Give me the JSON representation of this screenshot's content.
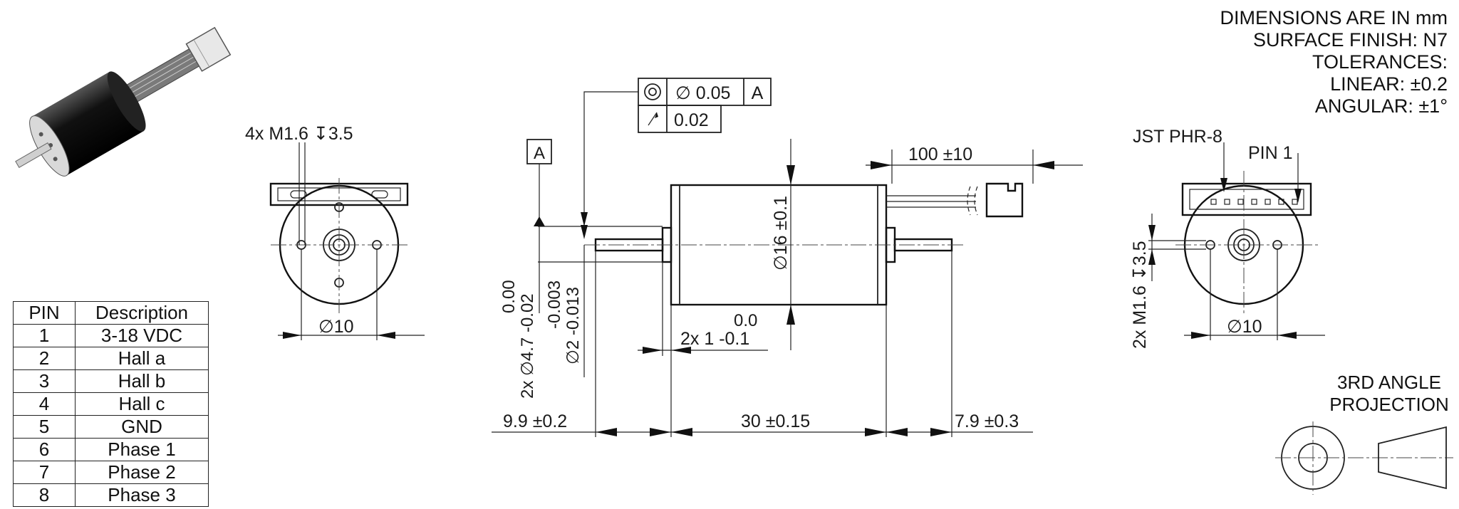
{
  "notes": {
    "units": "DIMENSIONS ARE IN mm",
    "surface_finish": "SURFACE FINISH: N7",
    "tolerances": "TOLERANCES:",
    "linear": "LINEAR: ±0.2",
    "angular": "ANGULAR: ±1°"
  },
  "pin_table": {
    "headers": [
      "PIN",
      "Description"
    ],
    "rows": [
      [
        "1",
        "3-18 VDC"
      ],
      [
        "2",
        "Hall a"
      ],
      [
        "3",
        "Hall b"
      ],
      [
        "4",
        "Hall c"
      ],
      [
        "5",
        "GND"
      ],
      [
        "6",
        "Phase 1"
      ],
      [
        "7",
        "Phase 2"
      ],
      [
        "8",
        "Phase 3"
      ]
    ]
  },
  "front_view": {
    "thread_callout": "4x M1.6 ↧3.5",
    "bolt_circle": "∅10"
  },
  "side_view": {
    "datum": "A",
    "fcf_concentricity": {
      "symbol": "◎",
      "value": "∅ 0.05",
      "datum": "A"
    },
    "fcf_runout": {
      "symbol": "↗",
      "value": "0.02"
    },
    "cable_length": "100 ±10",
    "body_diameter": "∅16 ±0.1",
    "pilot_upper": "0.00",
    "pilot_lower": "2x ∅4.7 -0.02",
    "shaft_upper": "-0.003",
    "shaft_lower": "∅2 -0.013",
    "pilot_zero": "0.0",
    "pilot_length": "2x 1 -0.1",
    "front_shaft": "9.9 ±0.2",
    "body_length": "30 ±0.15",
    "rear_shaft": "7.9 ±0.3"
  },
  "rear_view": {
    "connector": "JST PHR-8",
    "pin1": "PIN 1",
    "thread_callout": "2x M1.6 ↧3.5",
    "bolt_circle": "∅10"
  },
  "projection": {
    "title_line1": "3RD ANGLE",
    "title_line2": "PROJECTION"
  }
}
